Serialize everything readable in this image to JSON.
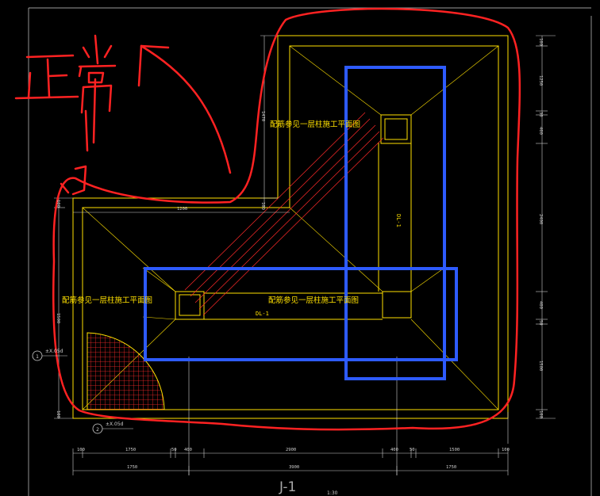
{
  "drawing": {
    "title": "J-1",
    "title_scale": "1:30",
    "note_top": "配筋参见一层柱施工平面图",
    "note_left": "配筋参见一层柱施工平面图",
    "note_center": "配筋参见一层柱施工平面图",
    "beam_label_h": "DL-1",
    "beam_label_v": "DL-1",
    "section_marker_1": "1",
    "section_marker_2": "2",
    "elevation_1": "±X.05d",
    "elevation_2": "±X.05d",
    "dims_bottom_row1": [
      "100",
      "1750",
      "50",
      "400",
      "2900",
      "400",
      "50",
      "1500",
      "100"
    ],
    "dims_bottom_row2": [
      "1750",
      "3900",
      "1750"
    ],
    "dims_right": [
      "100",
      "1250",
      "30",
      "400",
      "2400",
      "400",
      "50",
      "1500",
      "100"
    ],
    "dims_left_top": [
      "1470",
      "100"
    ],
    "dims_left": [
      "100",
      "1500",
      "100"
    ],
    "dim_top_left": "1200"
  },
  "annotation": {
    "handwriting": "正常",
    "handwriting_color": "#ff2222",
    "highlight_color": "#2e5bff"
  },
  "colors": {
    "footing_outline": "#ffe000",
    "hatch": "#ff2a2a",
    "dimension_line": "#cfcfcf",
    "background": "#000000"
  }
}
